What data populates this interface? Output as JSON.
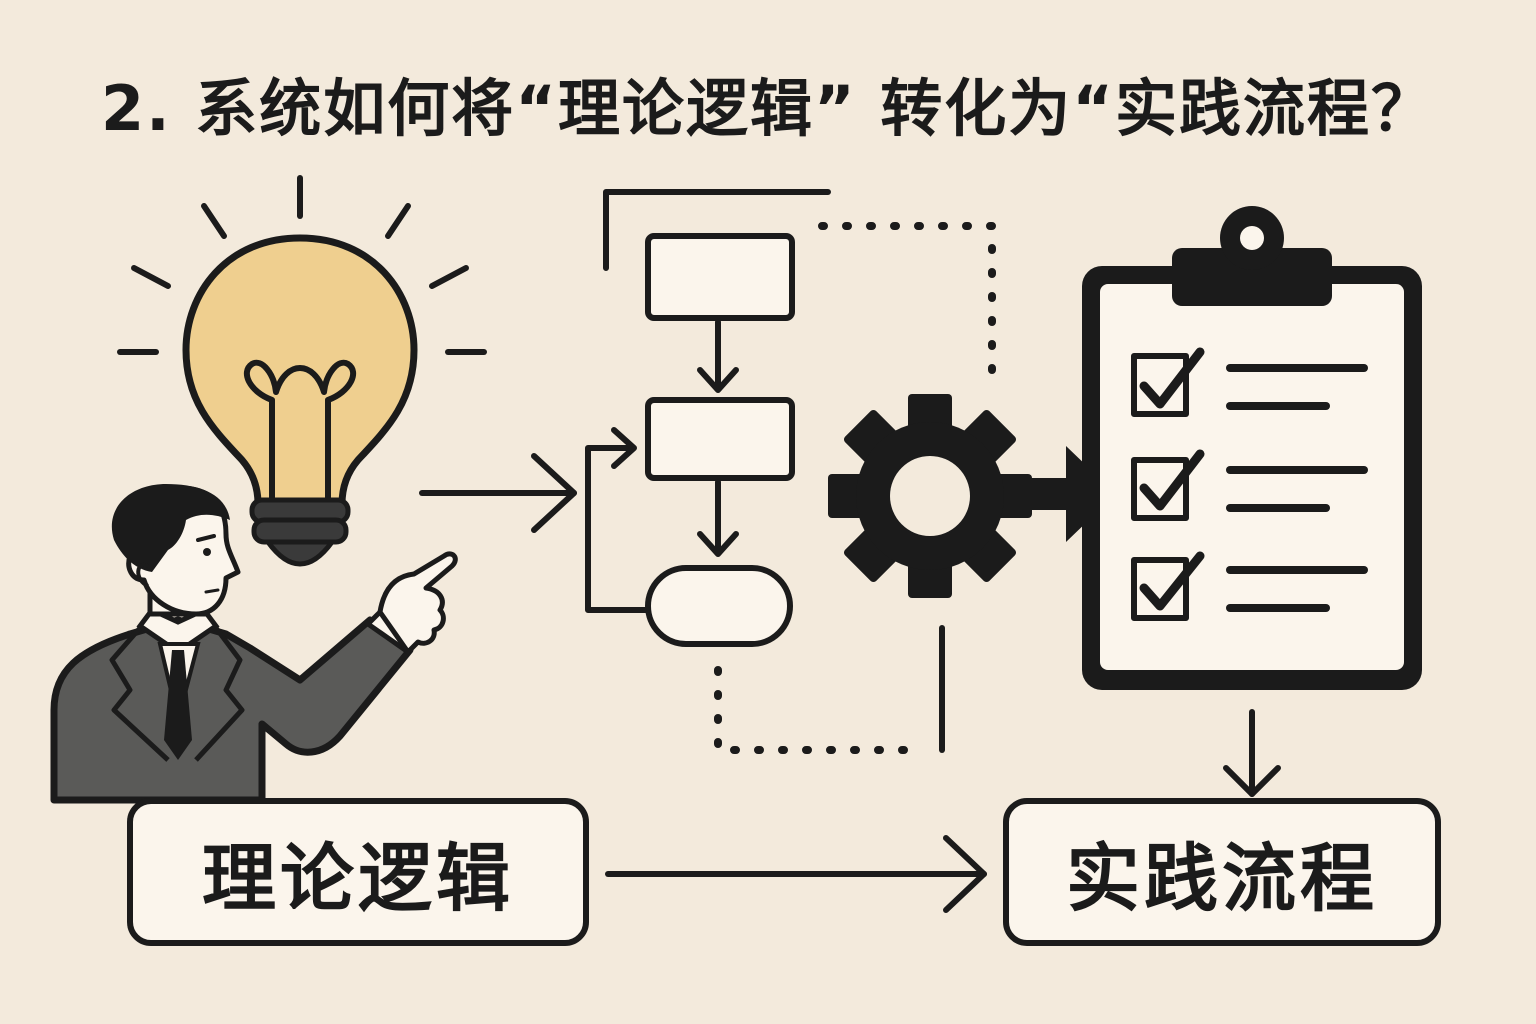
{
  "title": "2. 系统如何将“理论逻辑” 转化为“实践流程？",
  "theory_label": "理论逻辑",
  "practice_label": "实践流程",
  "colors": {
    "background": "#f3eadc",
    "ink": "#1b1b1b",
    "bulb": "#efcf8f",
    "suit": "#5a5a58",
    "box_fill": "#fbf5ec"
  }
}
